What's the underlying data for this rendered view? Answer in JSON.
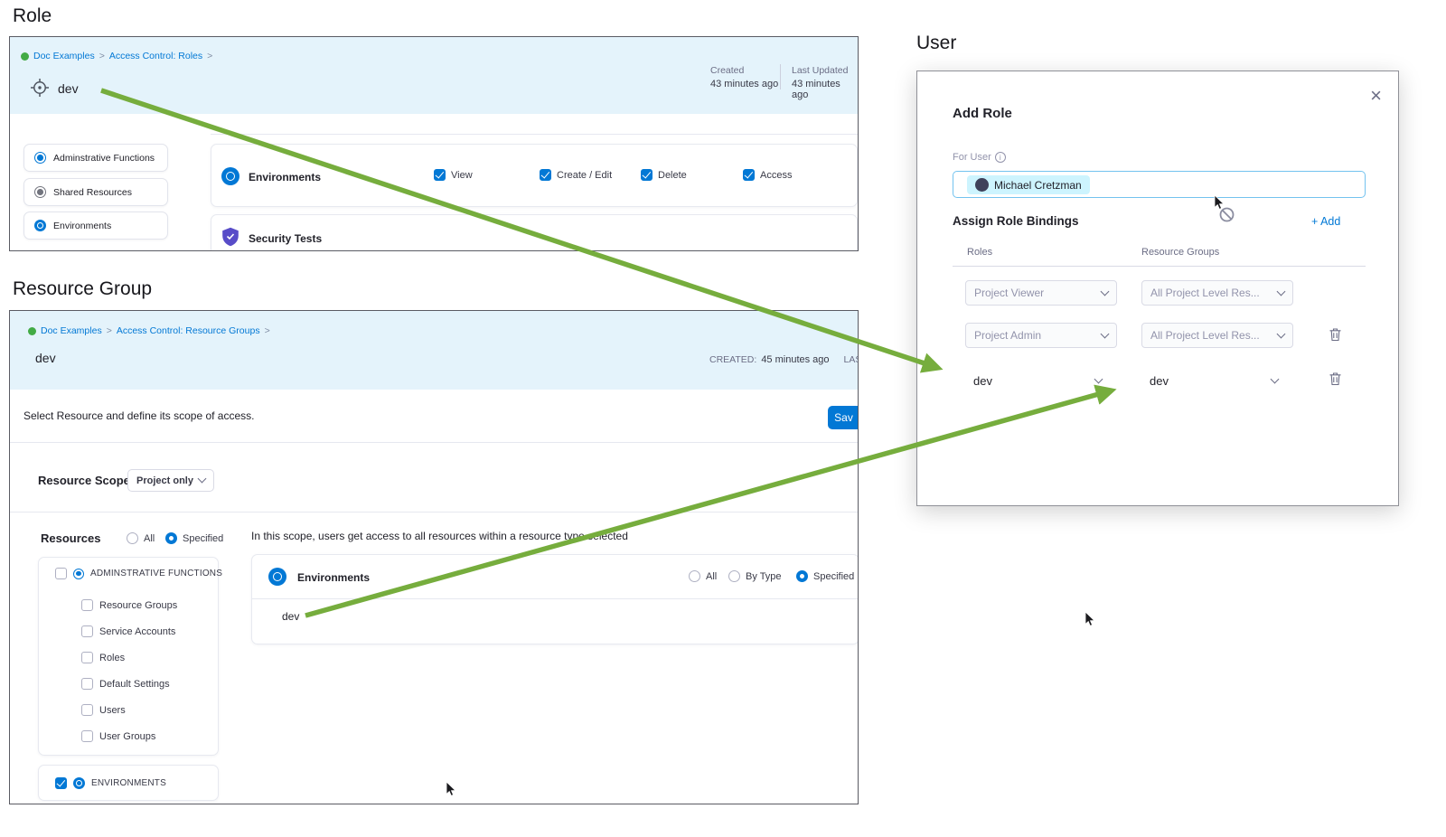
{
  "colors": {
    "accent": "#0278d5",
    "arrow-green": "#76ad3d",
    "header-blue": "#e4f3fb",
    "chip-blue": "#cdf4fe",
    "link-blue": "#0278d5",
    "green-dot": "#42ab45"
  },
  "sections": {
    "role": "Role",
    "resource_group": "Resource Group",
    "user": "User"
  },
  "role_panel": {
    "breadcrumb": {
      "items": [
        "Doc Examples",
        "Access Control: Roles"
      ],
      "separator": ">"
    },
    "title": "dev",
    "meta": {
      "created_label": "Created",
      "created_value": "43 minutes ago",
      "updated_label": "Last Updated",
      "updated_value": "43 minutes ago"
    },
    "sidebar": {
      "items": [
        {
          "label": "Adminstrative Functions"
        },
        {
          "label": "Shared Resources"
        },
        {
          "label": "Environments"
        }
      ]
    },
    "permission_row": {
      "label": "Environments",
      "permissions": [
        {
          "label": "View",
          "checked": true
        },
        {
          "label": "Create / Edit",
          "checked": true
        },
        {
          "label": "Delete",
          "checked": true
        },
        {
          "label": "Access",
          "checked": true
        }
      ]
    },
    "security_row": {
      "label": "Security Tests"
    }
  },
  "resource_group_panel": {
    "breadcrumb": {
      "items": [
        "Doc Examples",
        "Access Control: Resource Groups"
      ],
      "separator": ">"
    },
    "title": "dev",
    "meta": {
      "created_label": "CREATED:",
      "created_value": "45 minutes ago",
      "last_updated_label": "LAST UPD"
    },
    "subheader": {
      "instruction": "Select Resource and define its scope of access.",
      "save_label": "Sav"
    },
    "resource_scope": {
      "label": "Resource Scope",
      "dropdown_value": "Project only"
    },
    "resources": {
      "label": "Resources",
      "radio_all": "All",
      "radio_specified": "Specified",
      "selected": "Specified"
    },
    "tree": {
      "parent": "ADMINSTRATIVE FUNCTIONS",
      "children": [
        "Resource Groups",
        "Service Accounts",
        "Roles",
        "Default Settings",
        "Users",
        "User Groups"
      ]
    },
    "environments_item": "ENVIRONMENTS",
    "scope_hint": "In this scope, users get access to all resources within a resource type selected",
    "environments_card": {
      "label": "Environments",
      "radio_all": "All",
      "radio_by_type": "By Type",
      "radio_specified": "Specified",
      "selected": "Specified",
      "value": "dev"
    }
  },
  "user_modal": {
    "title": "Add Role",
    "for_user_label": "For User",
    "user_chip": {
      "name": "Michael Cretzman"
    },
    "assign_heading": "Assign Role Bindings",
    "add_button": "+ Add",
    "columns": {
      "roles": "Roles",
      "resource_groups": "Resource Groups"
    },
    "bindings": [
      {
        "role": "Project Viewer",
        "resource_group": "All Project Level Res...",
        "disabled": true,
        "deletable": false
      },
      {
        "role": "Project Admin",
        "resource_group": "All Project Level Res...",
        "disabled": true,
        "deletable": true
      },
      {
        "role": "dev",
        "resource_group": "dev",
        "disabled": false,
        "deletable": true
      }
    ]
  }
}
